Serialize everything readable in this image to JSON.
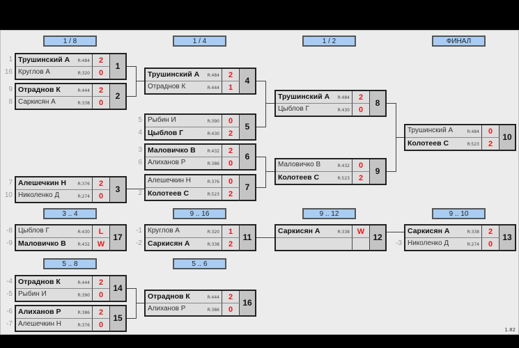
{
  "headers": [
    "1 / 8",
    "1 / 4",
    "1 / 2",
    "ФИНАЛ",
    "3 .. 4",
    "9 .. 16",
    "9 .. 12",
    "9 .. 10",
    "5 .. 8",
    "5 .. 6"
  ],
  "version": "1.82",
  "matches": [
    {
      "number": "1",
      "players": [
        {
          "seed": "1",
          "name": "Трушинский А",
          "rating": "R:484",
          "score": "2",
          "winner": true
        },
        {
          "seed": "16",
          "name": "Круглов А",
          "rating": "R:320",
          "score": "0",
          "winner": false
        }
      ]
    },
    {
      "number": "2",
      "players": [
        {
          "seed": "9",
          "name": "Отраднов К",
          "rating": "R:444",
          "score": "2",
          "winner": true
        },
        {
          "seed": "8",
          "name": "Саркисян А",
          "rating": "R:338",
          "score": "0",
          "winner": false
        }
      ]
    },
    {
      "number": "3",
      "players": [
        {
          "seed": "7",
          "name": "Алешечкин Н",
          "rating": "R:376",
          "score": "2",
          "winner": true
        },
        {
          "seed": "10",
          "name": "Николенко Д",
          "rating": "R:274",
          "score": "0",
          "winner": false
        }
      ]
    },
    {
      "number": "4",
      "players": [
        {
          "seed": "",
          "name": "Трушинский А",
          "rating": "R:484",
          "score": "2",
          "winner": true
        },
        {
          "seed": "",
          "name": "Отраднов К",
          "rating": "R:444",
          "score": "1",
          "winner": false
        }
      ]
    },
    {
      "number": "5",
      "players": [
        {
          "seed": "5",
          "name": "Рыбин И",
          "rating": "R:390",
          "score": "0",
          "winner": false
        },
        {
          "seed": "4",
          "name": "Цыблов Г",
          "rating": "R:430",
          "score": "2",
          "winner": true
        }
      ]
    },
    {
      "number": "6",
      "players": [
        {
          "seed": "3",
          "name": "Маловичко В",
          "rating": "R:432",
          "score": "2",
          "winner": true
        },
        {
          "seed": "6",
          "name": "Алиханов Р",
          "rating": "R:386",
          "score": "0",
          "winner": false
        }
      ]
    },
    {
      "number": "7",
      "players": [
        {
          "seed": "",
          "name": "Алешечкин Н",
          "rating": "R:376",
          "score": "0",
          "winner": false
        },
        {
          "seed": "2",
          "name": "Колотеев С",
          "rating": "R:523",
          "score": "2",
          "winner": true
        }
      ]
    },
    {
      "number": "8",
      "players": [
        {
          "seed": "",
          "name": "Трушинский А",
          "rating": "R:484",
          "score": "2",
          "winner": true
        },
        {
          "seed": "",
          "name": "Цыблов Г",
          "rating": "R:430",
          "score": "0",
          "winner": false
        }
      ]
    },
    {
      "number": "9",
      "players": [
        {
          "seed": "",
          "name": "Маловичко В",
          "rating": "R:432",
          "score": "0",
          "winner": false
        },
        {
          "seed": "",
          "name": "Колотеев С",
          "rating": "R:523",
          "score": "2",
          "winner": true
        }
      ]
    },
    {
      "number": "10",
      "players": [
        {
          "seed": "",
          "name": "Трушинский А",
          "rating": "R:484",
          "score": "0",
          "winner": false
        },
        {
          "seed": "",
          "name": "Колотеев С",
          "rating": "R:523",
          "score": "2",
          "winner": true
        }
      ]
    },
    {
      "number": "17",
      "players": [
        {
          "seed": "-8",
          "name": "Цыблов Г",
          "rating": "R:430",
          "score": "L",
          "winner": false
        },
        {
          "seed": "-9",
          "name": "Маловичко В",
          "rating": "R:432",
          "score": "W",
          "winner": true
        }
      ]
    },
    {
      "number": "11",
      "players": [
        {
          "seed": "-1",
          "name": "Круглов А",
          "rating": "R:320",
          "score": "1",
          "winner": false
        },
        {
          "seed": "-2",
          "name": "Саркисян А",
          "rating": "R:338",
          "score": "2",
          "winner": true
        }
      ]
    },
    {
      "number": "12",
      "players": [
        {
          "seed": "",
          "name": "Саркисян А",
          "rating": "R:338",
          "score": "W",
          "winner": true
        },
        {
          "seed": "",
          "name": "",
          "rating": "",
          "score": "",
          "winner": false
        }
      ]
    },
    {
      "number": "13",
      "players": [
        {
          "seed": "",
          "name": "Саркисян А",
          "rating": "R:338",
          "score": "2",
          "winner": true
        },
        {
          "seed": "-3",
          "name": "Николенко Д",
          "rating": "R:274",
          "score": "0",
          "winner": false
        }
      ]
    },
    {
      "number": "14",
      "players": [
        {
          "seed": "-4",
          "name": "Отраднов К",
          "rating": "R:444",
          "score": "2",
          "winner": true
        },
        {
          "seed": "-5",
          "name": "Рыбин И",
          "rating": "R:390",
          "score": "0",
          "winner": false
        }
      ]
    },
    {
      "number": "15",
      "players": [
        {
          "seed": "-6",
          "name": "Алиханов Р",
          "rating": "R:386",
          "score": "2",
          "winner": true
        },
        {
          "seed": "-7",
          "name": "Алешечкин Н",
          "rating": "R:376",
          "score": "0",
          "winner": false
        }
      ]
    },
    {
      "number": "16",
      "players": [
        {
          "seed": "",
          "name": "Отраднов К",
          "rating": "R:444",
          "score": "2",
          "winner": true
        },
        {
          "seed": "",
          "name": "Алиханов Р",
          "rating": "R:386",
          "score": "0",
          "winner": false
        }
      ]
    }
  ]
}
